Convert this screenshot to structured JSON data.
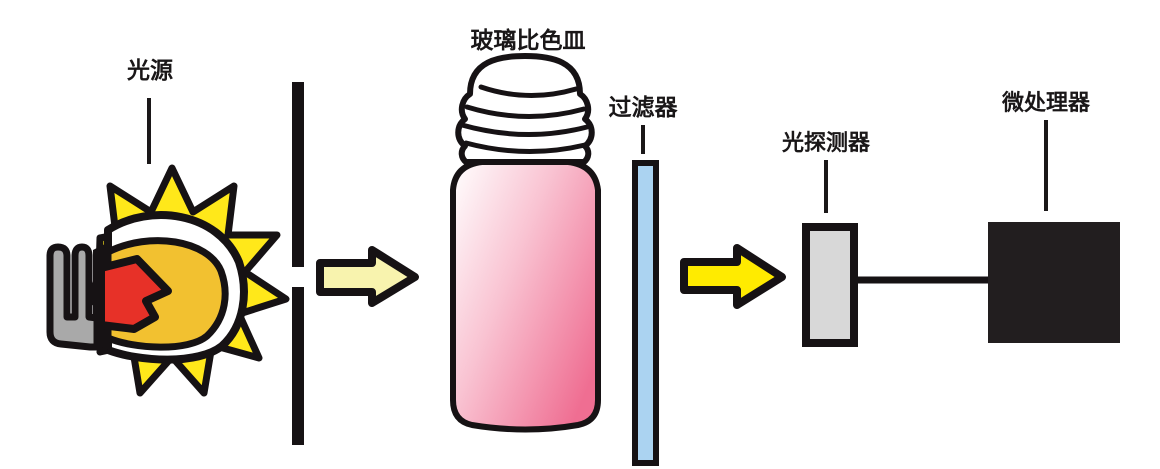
{
  "diagram": {
    "description": "colorimeter-light-path-diagram",
    "labels": {
      "light_source": "光源",
      "cuvette": "玻璃比色皿",
      "filter": "过滤器",
      "detector": "光探测器",
      "microprocessor": "微处理器"
    },
    "components_order": [
      "light_source",
      "slit",
      "cuvette",
      "filter",
      "detector",
      "microprocessor"
    ],
    "colors": {
      "outline_black": "#161214",
      "starburst_yellow": "#FFE81A",
      "bulb_glass_gold": "#F2C130",
      "filament_red": "#E73128",
      "bulb_base_gray": "#A9A9A9",
      "beam_arrow_pale_yellow": "#F8F3AE",
      "beam_arrow_bright_yellow": "#FFEB00",
      "filter_blue": "#ABD3F1",
      "detector_gray": "#D8D8D8",
      "microprocessor_black": "#221E1F",
      "liquid_pink_light": "#FFFFFF",
      "liquid_pink_mid": "#F9C3D2",
      "liquid_pink_deep": "#EF6E92",
      "cap_white": "#FFFFFF"
    }
  }
}
